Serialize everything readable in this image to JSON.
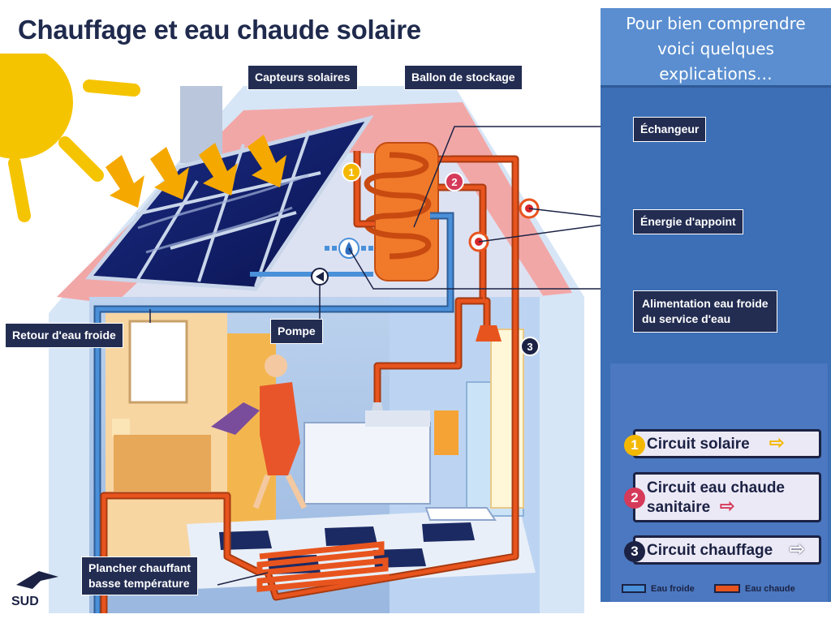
{
  "title": "Chauffage et eau chaude solaire",
  "side_header": {
    "lines": [
      "Pour bien comprendre",
      "voici quelques",
      "explications…"
    ]
  },
  "callouts": {
    "capteurs": "Capteurs solaires",
    "ballon": "Ballon de stockage",
    "echangeur": "Échangeur",
    "energie": "Énergie d'appoint",
    "alimentation_1": "Alimentation eau froide",
    "alimentation_2": "du service d'eau",
    "retour": "Retour d'eau froide",
    "pompe": "Pompe",
    "plancher_1": "Plancher chauffant",
    "plancher_2": "basse température"
  },
  "diagram_numbers": [
    "1",
    "2",
    "3"
  ],
  "legend": {
    "items": [
      {
        "num": "1",
        "text": "Circuit solaire",
        "color": "#f5b800"
      },
      {
        "num": "2",
        "text_1": "Circuit eau chaude",
        "text_2": "sanitaire",
        "color": "#d63a5a"
      },
      {
        "num": "3",
        "text": "Circuit chauffage",
        "color": "#1b2244"
      }
    ],
    "swatches": [
      {
        "label": "Eau froide",
        "color": "#4a90d9"
      },
      {
        "label": "Eau chaude",
        "color": "#e8541e"
      }
    ]
  },
  "logo_text": "SUD",
  "colors": {
    "panel": "#3c6fb5",
    "callout_bg": "#232d52",
    "hot_pipe": "#e8541e",
    "cold_pipe": "#4a90d9",
    "sun": "#f5c400",
    "roof": "#f2a7a7"
  }
}
